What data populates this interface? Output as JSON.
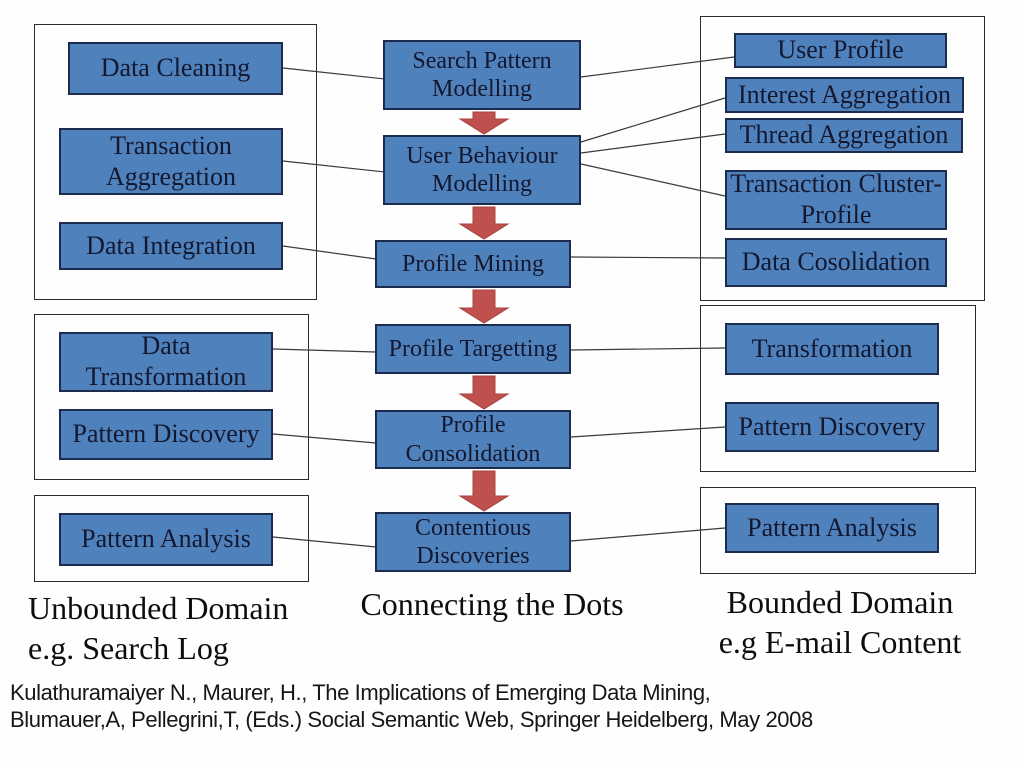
{
  "colors": {
    "box_fill": "#4f81bd",
    "box_border": "#1c2c4e",
    "arrow_fill": "#c0504d",
    "arrow_stroke": "#a84340",
    "connector": "#3a3a3a",
    "node_text": "#14182f"
  },
  "nodes": {
    "data_cleaning": "Data Cleaning",
    "transaction_aggregation": "Transaction Aggregation",
    "data_integration": "Data Integration",
    "data_transformation": "Data Transformation",
    "pattern_discovery_left": "Pattern Discovery",
    "pattern_analysis_left": "Pattern Analysis",
    "search_pattern_modelling": "Search Pattern Modelling",
    "user_behaviour_modelling": "User Behaviour Modelling",
    "profile_mining": "Profile Mining",
    "profile_targetting": "Profile Targetting",
    "profile_consolidation": "Profile Consolidation",
    "contentious_discoveries": "Contentious Discoveries",
    "user_profile": "User Profile",
    "interest_aggregation": "Interest Aggregation",
    "thread_aggregation": "Thread Aggregation",
    "transaction_cluster_profile": "Transaction Cluster-Profile",
    "data_cosolidation": "Data Cosolidation",
    "transformation": "Transformation",
    "pattern_discovery_right": "Pattern Discovery",
    "pattern_analysis_right": "Pattern Analysis"
  },
  "captions": {
    "unbounded_line1": "Unbounded Domain",
    "unbounded_line2": "e.g. Search Log",
    "center_caption": "Connecting the Dots",
    "bounded_line1": "Bounded Domain",
    "bounded_line2": "e.g E-mail Content"
  },
  "citation": {
    "line1": "Kulathuramaiyer N., Maurer, H., The Implications of Emerging Data Mining,",
    "line2": "Blumauer,A, Pellegrini,T, (Eds.) Social Semantic Web, Springer Heidelberg, May 2008"
  }
}
